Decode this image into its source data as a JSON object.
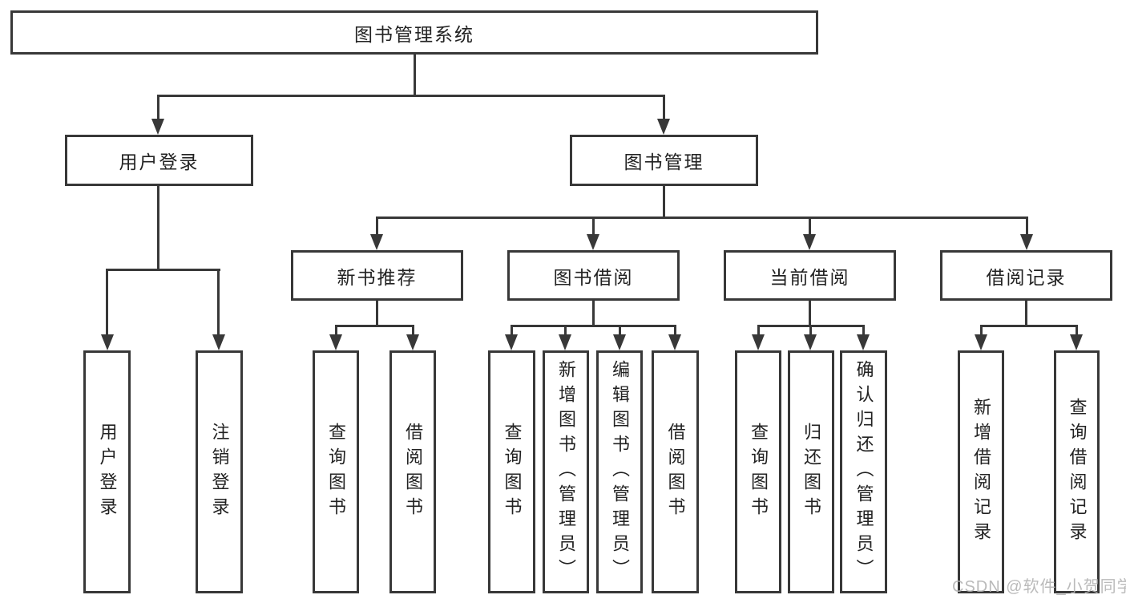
{
  "tree": {
    "root": "图书管理系统",
    "branches": [
      {
        "label": "用户登录",
        "children": [
          "用户登录",
          "注销登录"
        ]
      },
      {
        "label": "图书管理",
        "groups": [
          {
            "label": "新书推荐",
            "children": [
              "查询图书",
              "借阅图书"
            ]
          },
          {
            "label": "图书借阅",
            "children": [
              "查询图书",
              "新增图书（管理员）",
              "编辑图书（管理员）",
              "借阅图书"
            ]
          },
          {
            "label": "当前借阅",
            "children": [
              "查询图书",
              "归还图书",
              "确认归还（管理员）"
            ]
          },
          {
            "label": "借阅记录",
            "children": [
              "新增借阅记录",
              "查询借阅记录"
            ]
          }
        ]
      }
    ]
  },
  "watermark": {
    "text": "CSDN @软件_小贺同学"
  },
  "colors": {
    "line": "#383838",
    "text": "#222222",
    "background": "#ffffff",
    "watermark": "#b2b2b2"
  }
}
